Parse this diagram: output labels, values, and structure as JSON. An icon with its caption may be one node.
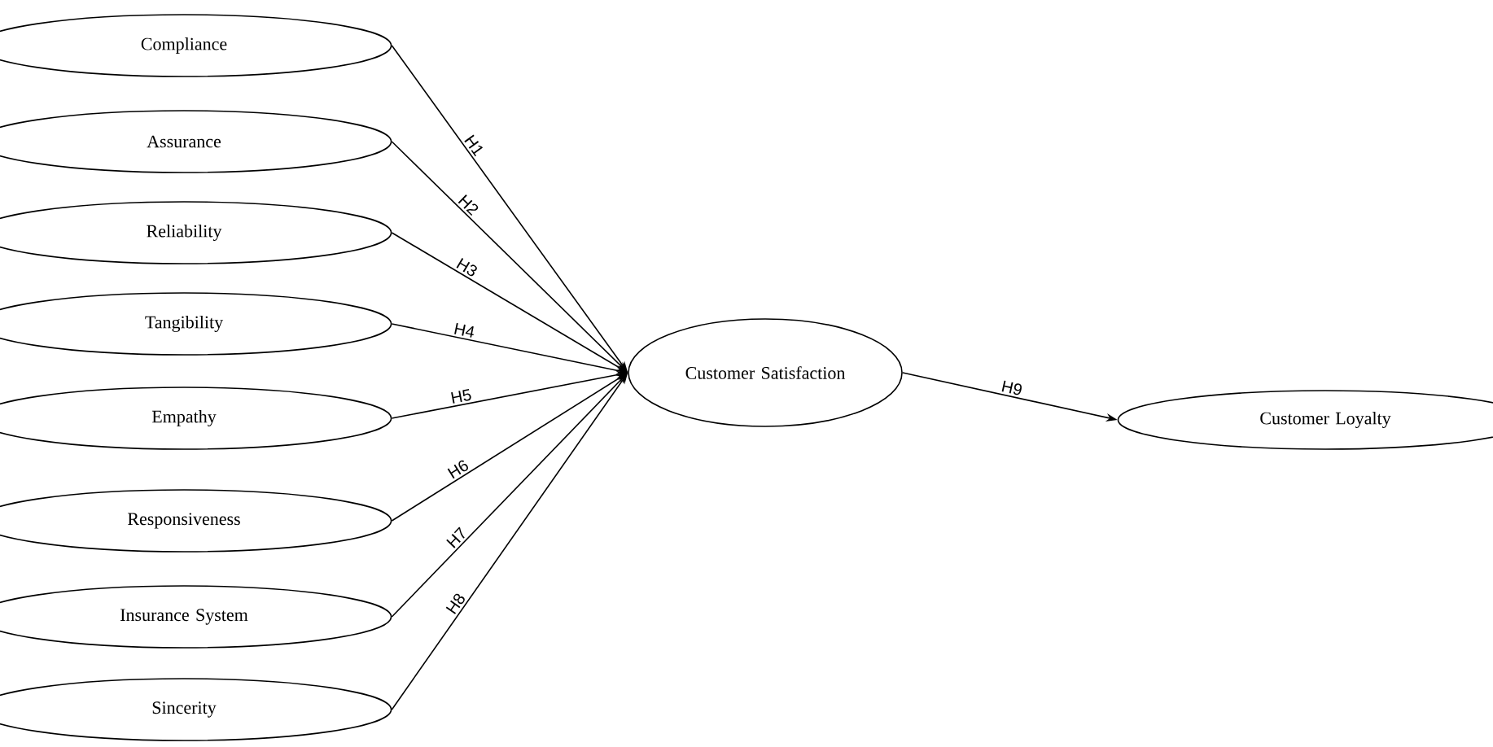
{
  "diagram": {
    "nodes": [
      {
        "text": [
          "Compliance"
        ]
      },
      {
        "text": [
          "Assurance"
        ]
      },
      {
        "text": [
          "Reliability"
        ]
      },
      {
        "text": [
          "Tangibility"
        ]
      },
      {
        "text": [
          "Empathy"
        ]
      },
      {
        "text": [
          "Responsiveness"
        ]
      },
      {
        "text": [
          "Insurance System"
        ]
      },
      {
        "text": [
          "Sincerity"
        ]
      },
      {
        "text": [
          "Customer Satisfaction"
        ]
      },
      {
        "text": [
          "Customer Loyalty"
        ]
      }
    ],
    "edges": [
      {
        "from": 0,
        "to": 8,
        "arrow": "to",
        "label": "H1"
      },
      {
        "from": 1,
        "to": 8,
        "arrow": "to",
        "label": "H2"
      },
      {
        "from": 2,
        "to": 8,
        "arrow": "to",
        "label": "H3"
      },
      {
        "from": 3,
        "to": 8,
        "arrow": "to",
        "label": "H4"
      },
      {
        "from": 4,
        "to": 8,
        "arrow": "to",
        "label": "H5"
      },
      {
        "from": 5,
        "to": 8,
        "arrow": "to",
        "label": "H6"
      },
      {
        "from": 6,
        "to": 8,
        "arrow": "to",
        "label": "H7"
      },
      {
        "from": 7,
        "to": 8,
        "arrow": "to",
        "label": "H8"
      },
      {
        "from": 8,
        "to": 9,
        "arrow": "to",
        "label": "H9"
      }
    ]
  }
}
